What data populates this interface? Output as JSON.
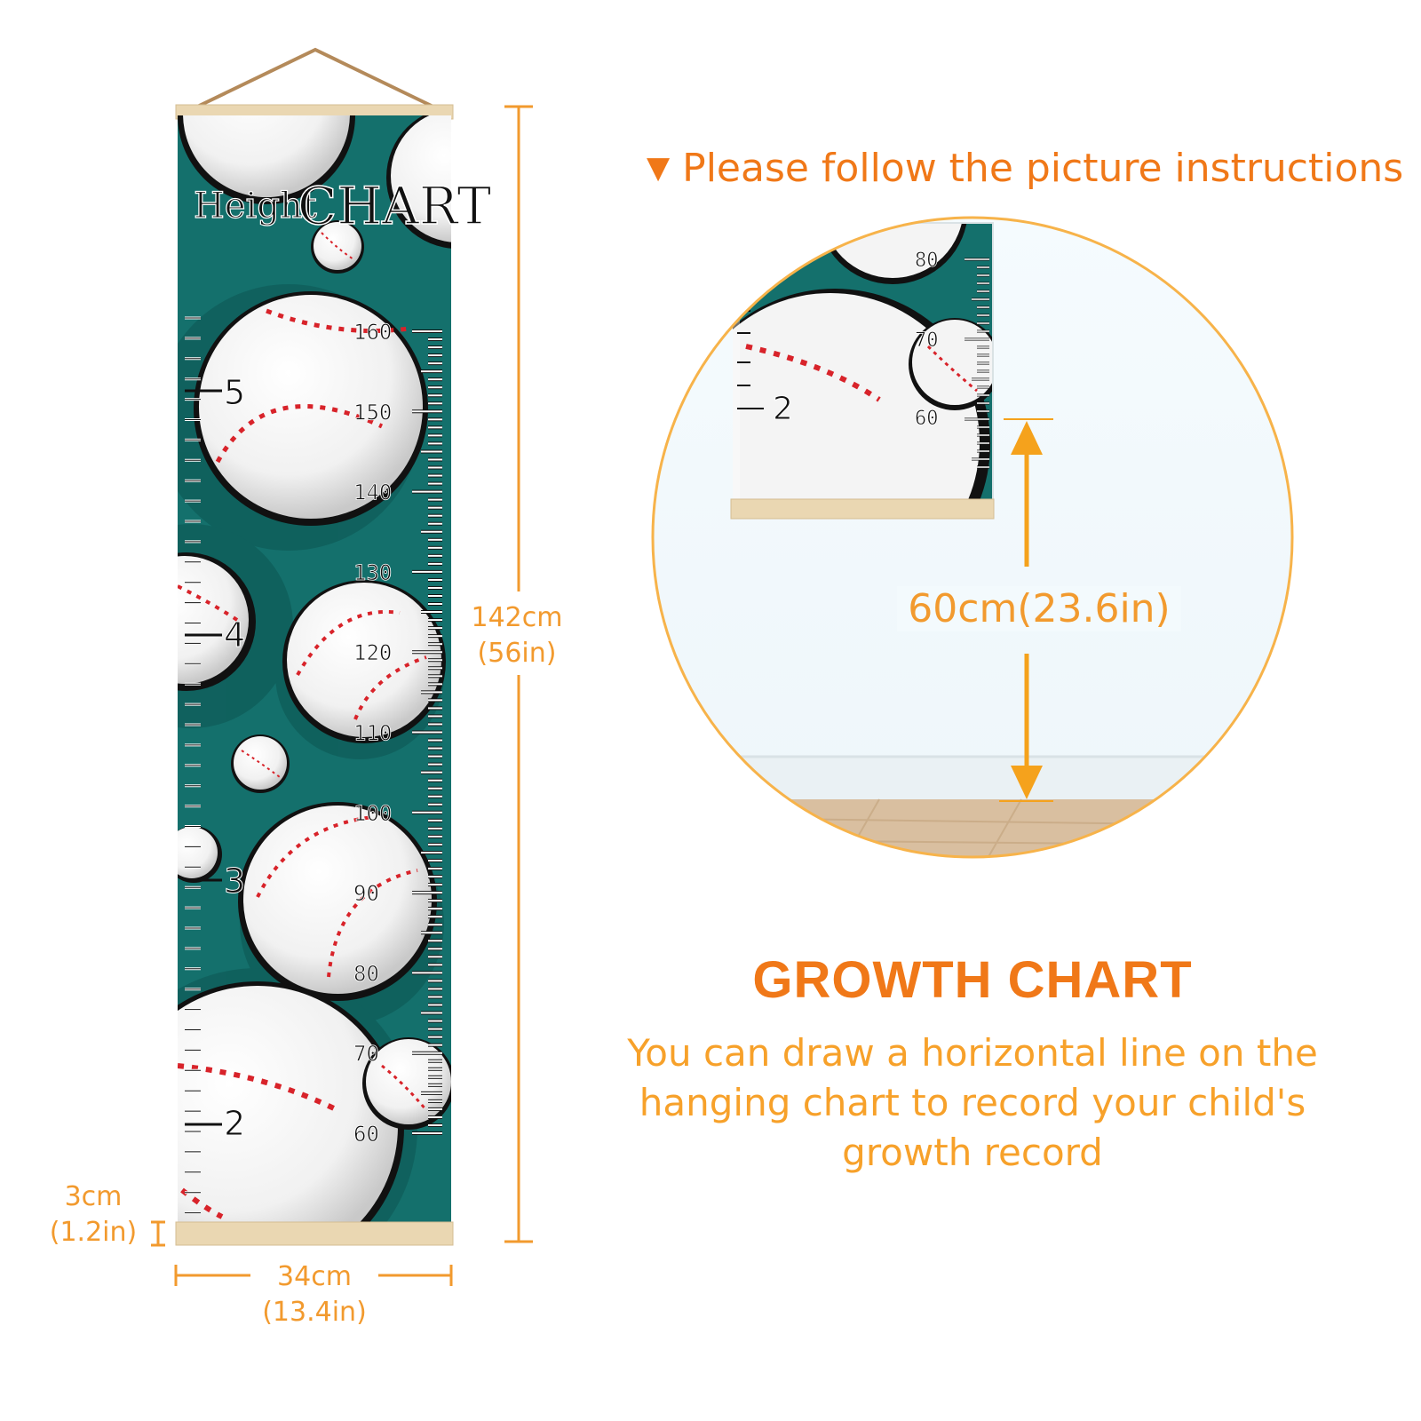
{
  "poster": {
    "title_word1": "Height",
    "title_word2": "CHART",
    "cm_labels": [
      "160",
      "150",
      "140",
      "130",
      "120",
      "110",
      "100",
      "90",
      "80",
      "70",
      "60"
    ],
    "ft_labels": [
      "5",
      "4",
      "3",
      "2"
    ]
  },
  "dimensions": {
    "height_cm": "142cm",
    "height_in": "(56in)",
    "width_cm": "34cm",
    "width_in": "(13.4in)",
    "rod_cm": "3cm",
    "rod_in": "(1.2in)"
  },
  "instruction": {
    "arrow": "▼",
    "text": "Please follow the picture instructions"
  },
  "inset": {
    "cm_labels": [
      "80",
      "70",
      "60"
    ],
    "ft_label": "2",
    "distance": "60cm(23.6in)"
  },
  "growth": {
    "title": "GROWTH CHART",
    "description": "You can draw a horizontal line on the hanging chart to record your child's growth record"
  },
  "colors": {
    "teal": "#14706c",
    "accent_orange": "#f08a1c",
    "wood": "#e9d7b4",
    "stitch_red": "#d8232a"
  }
}
